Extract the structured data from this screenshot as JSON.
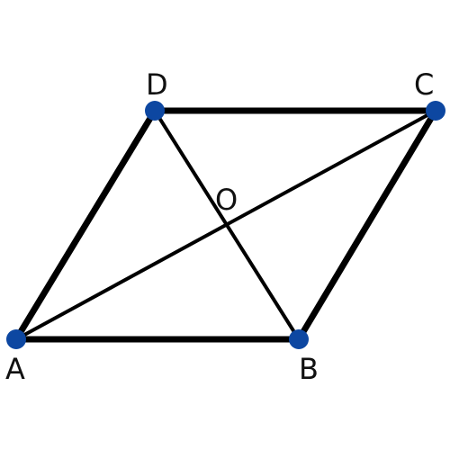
{
  "labels": {
    "A": "A",
    "B": "B",
    "C": "C",
    "D": "D",
    "O": "O"
  },
  "colors": {
    "edge": "#000000",
    "point": "#0d47a1",
    "label": "#111111"
  }
}
